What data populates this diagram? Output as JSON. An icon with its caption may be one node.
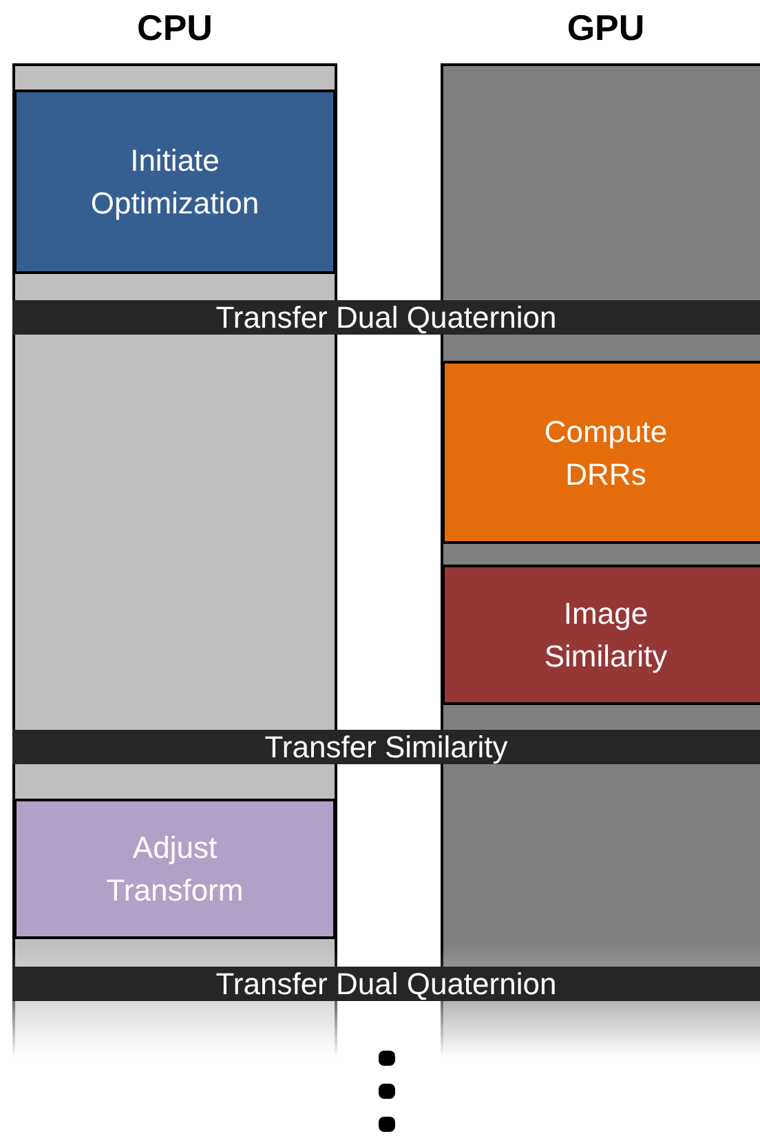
{
  "diagram": {
    "nodes": [
      {
        "text": [
          "CPU"
        ]
      },
      {
        "text": [
          "Initiate Optimization"
        ],
        "in": 0
      },
      {
        "text": [
          "GPU"
        ]
      },
      {
        "text": [
          "Transfer Dual Quaternion"
        ]
      },
      {
        "text": [
          "Compute DRRs"
        ],
        "in": 2
      },
      {
        "text": [
          "Image Similarity"
        ],
        "in": 2
      },
      {
        "text": [
          "Transfer Similarity"
        ]
      },
      {
        "text": [
          "Adjust Transform"
        ],
        "in": 0
      },
      {
        "text": [
          "Transfer Dual Quaternion"
        ]
      }
    ]
  }
}
